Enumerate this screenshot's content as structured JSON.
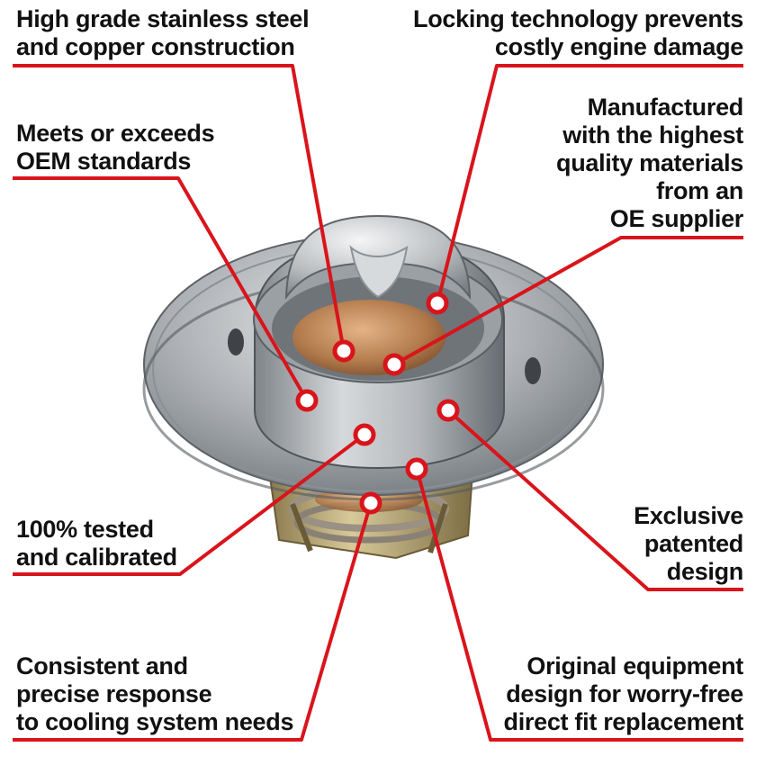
{
  "colors": {
    "accent_red": "#d9141b",
    "marker_fill": "#ffffff",
    "text": "#111111",
    "background": "#ffffff"
  },
  "callouts": {
    "stainless": "High grade stainless steel\nand copper construction",
    "locking": "Locking technology prevents\ncostly engine damage",
    "oem": "Meets or exceeds\nOEM standards",
    "manufactured": "Manufactured\nwith the highest\nquality materials\nfrom an\nOE supplier",
    "tested": "100% tested\nand calibrated",
    "patented": "Exclusive\npatented\ndesign",
    "consistent": "Consistent and\nprecise response\nto cooling system needs",
    "original": "Original equipment\ndesign for worry-free\ndirect fit replacement"
  },
  "product": {
    "subject": "thermostat-photo"
  }
}
